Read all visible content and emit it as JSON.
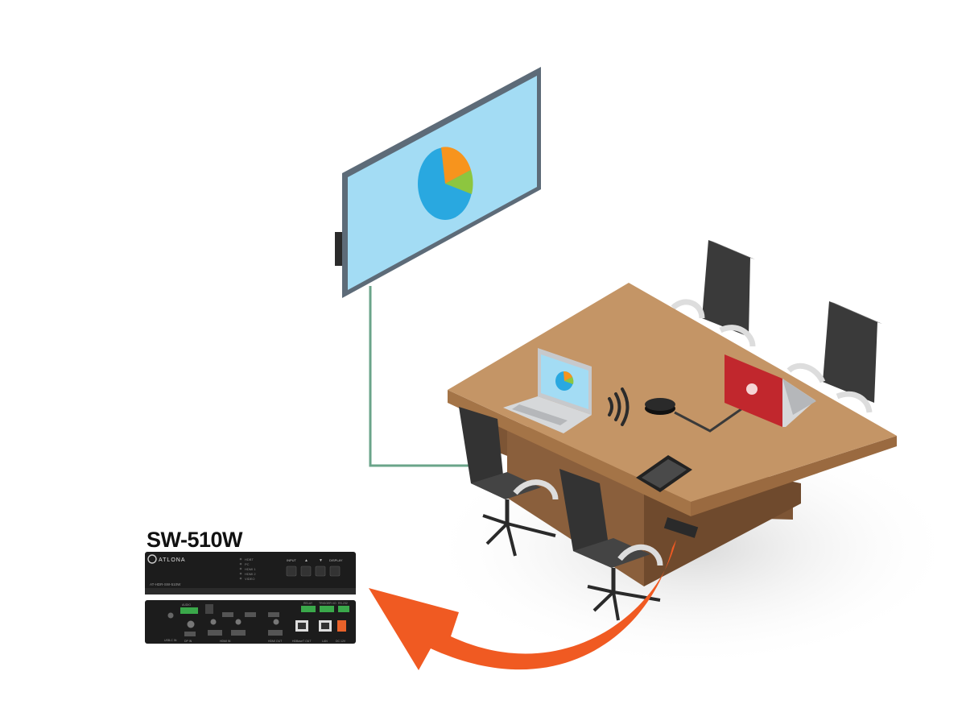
{
  "product": {
    "model": "SW-510W",
    "brand": "ATLONA",
    "front_model_label": "AT-HDR-SW-510W",
    "front_leds": [
      "HDBT",
      "PC",
      "HDMI 1",
      "HDMI 2",
      "VIDEO"
    ],
    "front_button_labels": [
      "INPUT",
      "▲",
      "▼",
      "DISPLAY"
    ],
    "rear_labels": {
      "usb_c": "USB-C IN",
      "dp": "DP IN",
      "hdmi_in": "HDMI IN",
      "hdmi_out": "HDMI OUT",
      "hdbaset": "HDBaseT OUT",
      "lan": "LAN",
      "dc": "DC 12V",
      "audio": "AUDIO",
      "relay": "RELAY",
      "rs232": "RS-232",
      "trigger": "TRIGGER I/O"
    }
  },
  "colors": {
    "screen": "#a3dcf4",
    "screen_frame": "#5d6b78",
    "table_top": "#c49566",
    "table_side": "#8a5f3c",
    "chair": "#3a3a3a",
    "arrow": "#f05a22",
    "cable": "#6aa48a",
    "pie_blue": "#29a8e0",
    "pie_orange": "#f7941d",
    "pie_green": "#8dc63f",
    "laptop_red": "#c1272d",
    "laptop_silver": "#c7c9cc"
  }
}
